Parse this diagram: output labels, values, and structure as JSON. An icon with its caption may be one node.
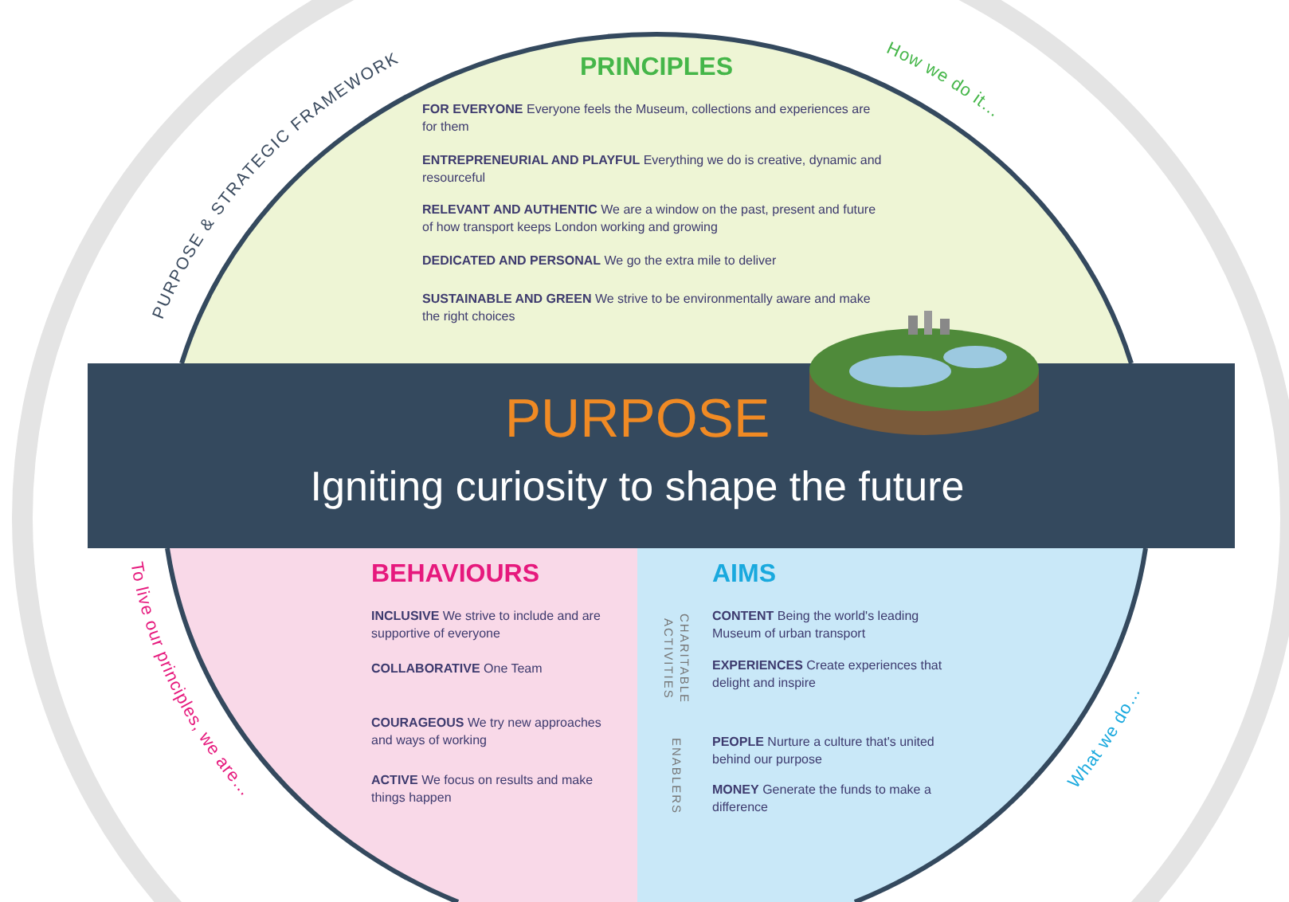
{
  "diagram": {
    "nodes": [
      {
        "text": [
          "PRINCIPLES",
          "**FOR EVERYONE** Everyone feels the Museum, collections and experiences are for them",
          "**ENTREPRENEURIAL AND PLAYFUL** Everything we do is creative, dynamic and resourceful",
          "**RELEVANT AND AUTHENTIC** We are a window on the past, present and future of how transport keeps London working and growing",
          "**DEDICATED AND PERSONAL** We go the extra mile to deliver",
          "**SUSTAINABLE AND GREEN** We strive to be environmentally aware and make the right choices"
        ]
      },
      {
        "text": [
          "PURPOSE",
          "Igniting curiosity to shape the future"
        ]
      },
      {
        "text": [
          "BEHAVIOURS",
          "**INCLUSIVE** We strive to include and are supportive of everyone",
          "**COLLABORATIVE** One Team",
          "**COURAGEOUS** We try new approaches and ways of working",
          "**ACTIVE** We focus on results and make things happen"
        ]
      },
      {
        "text": [
          "AIMS",
          "CHARITABLE ACTIVITIES",
          "**CONTENT** Being the world's leading Museum of urban transport",
          "**EXPERIENCES** Create experiences that delight and inspire",
          "ENABLERS",
          "**PEOPLE** Nurture a culture that's united behind our purpose",
          "**MONEY** Generate the funds to make a difference"
        ]
      }
    ],
    "labels": [
      "PURPOSE & STRATEGIC FRAMEWORK",
      "How we do it…",
      "To live our principles, we are…",
      "What we do…"
    ]
  }
}
